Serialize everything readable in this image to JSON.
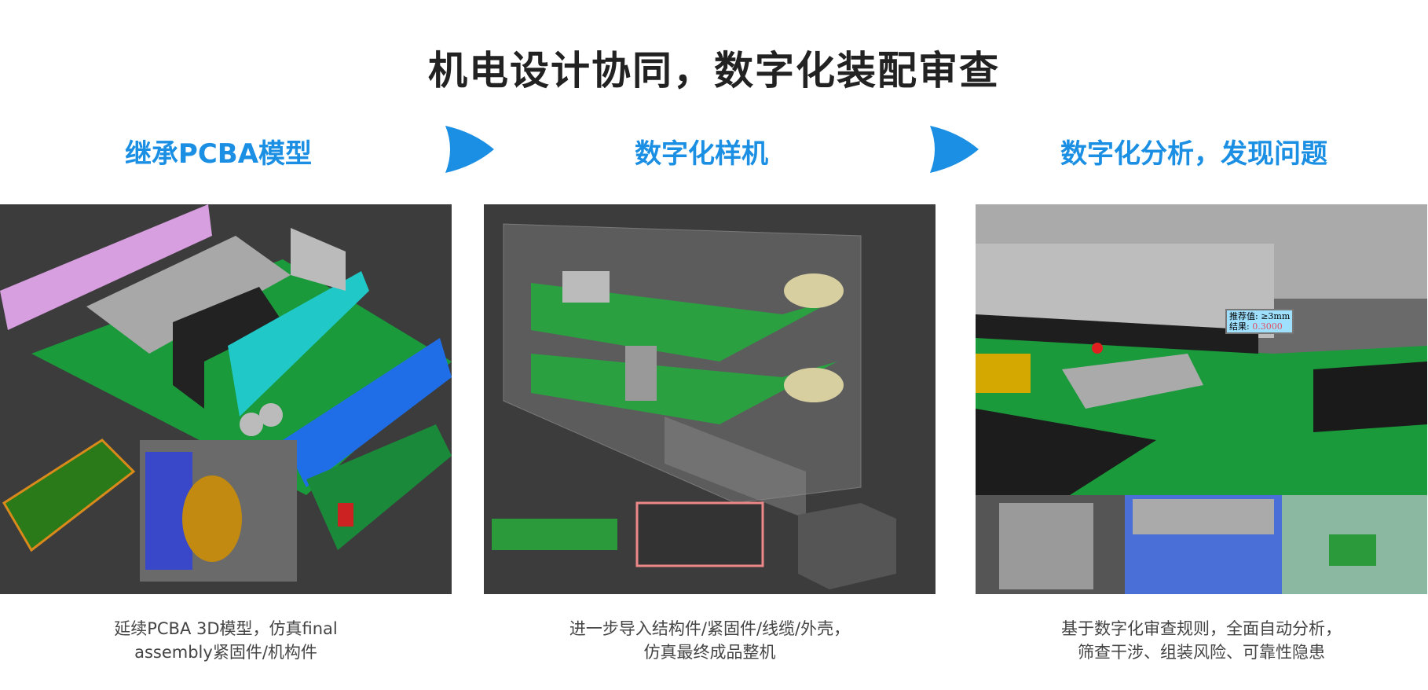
{
  "title": "机电设计协同，数字化装配审查",
  "steps": [
    {
      "heading": "继承PCBA模型",
      "caption_lines": [
        "延续PCBA 3D模型，仿真final",
        "assembly紧固件/机构件"
      ]
    },
    {
      "heading": "数字化样机",
      "caption_lines": [
        "进一步导入结构件/紧固件/线缆/外壳，",
        "仿真最终成品整机"
      ]
    },
    {
      "heading": "数字化分析，发现问题",
      "caption_lines": [
        "基于数字化审查规则，全面自动分析，",
        "筛查干涉、组装风险、可靠性隐患"
      ]
    }
  ],
  "tooltip": {
    "recommended_label": "推荐值:",
    "recommended_value": "≥3mm",
    "result_label": "结果:",
    "result_value": "0.3000"
  },
  "colors": {
    "accent": "#1a8fe3",
    "title": "#222222",
    "caption": "#444444",
    "pcb": "#1a9a3a",
    "panel_bg": "#3c3c3c"
  }
}
